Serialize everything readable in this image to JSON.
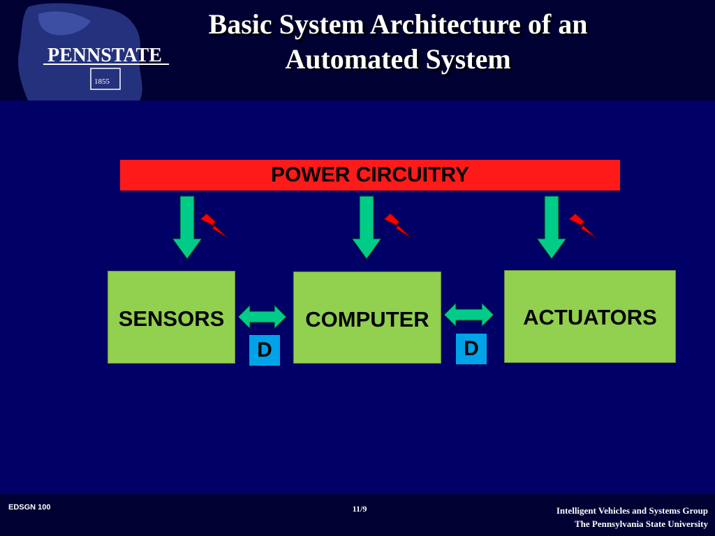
{
  "header": {
    "title_line1": "Basic System Architecture of an",
    "title_line2": "Automated System",
    "logo_text": "PENNSTATE",
    "logo_year": "1855"
  },
  "diagram": {
    "power_label": "POWER CIRCUITRY",
    "blocks": [
      "SENSORS",
      "COMPUTER",
      "ACTUATORS"
    ],
    "link_labels": [
      "D",
      "D"
    ],
    "colors": {
      "power": "#ff1a1a",
      "block": "#92d050",
      "arrow": "#00cc88",
      "badge": "#00a2e8",
      "lightning": "#ff0000"
    }
  },
  "footer": {
    "course": "EDSGN 100",
    "page": "11/9",
    "org_line1": "Intelligent Vehicles and Systems Group",
    "org_line2": "The Pennsylvania State University"
  }
}
